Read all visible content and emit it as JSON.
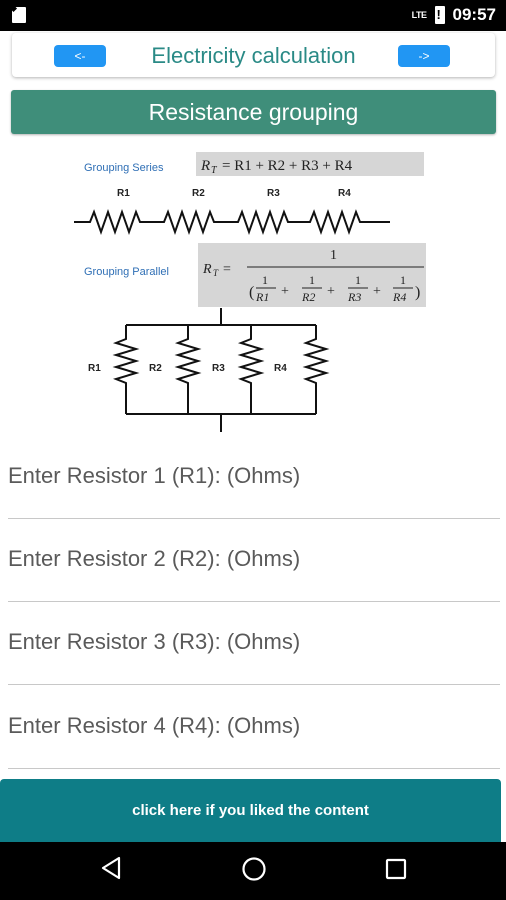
{
  "status_bar": {
    "network": "LTE",
    "time": "09:57"
  },
  "header": {
    "prev_label": "<-",
    "title": "Electricity calculation",
    "next_label": "->"
  },
  "section": {
    "title": "Resistance grouping"
  },
  "diagram": {
    "series_label": "Grouping Series",
    "series_formula": "R_T = R1 + R2 + R3 + R4",
    "parallel_label": "Grouping Parallel",
    "parallel_formula": "R_T = 1 / (1/R1 + 1/R2 + 1/R3 + 1/R4)",
    "resistors": [
      "R1",
      "R2",
      "R3",
      "R4"
    ],
    "label_color": "#2F6FB5"
  },
  "inputs": [
    {
      "placeholder": "Enter Resistor 1 (R1): (Ohms)",
      "value": ""
    },
    {
      "placeholder": "Enter Resistor 2 (R2): (Ohms)",
      "value": ""
    },
    {
      "placeholder": "Enter Resistor 3 (R3): (Ohms)",
      "value": ""
    },
    {
      "placeholder": "Enter Resistor 4 (R4): (Ohms)",
      "value": ""
    }
  ],
  "like_button": {
    "label": "click here if you liked the content"
  },
  "nav_bar": {
    "back_icon": "back-triangle-icon",
    "home_icon": "home-circle-icon",
    "recents_icon": "recents-square-icon"
  },
  "colors": {
    "accent": "#2196F3",
    "section": "#3F8E7A",
    "title": "#2A8A86",
    "like_button": "#0E7D87"
  }
}
